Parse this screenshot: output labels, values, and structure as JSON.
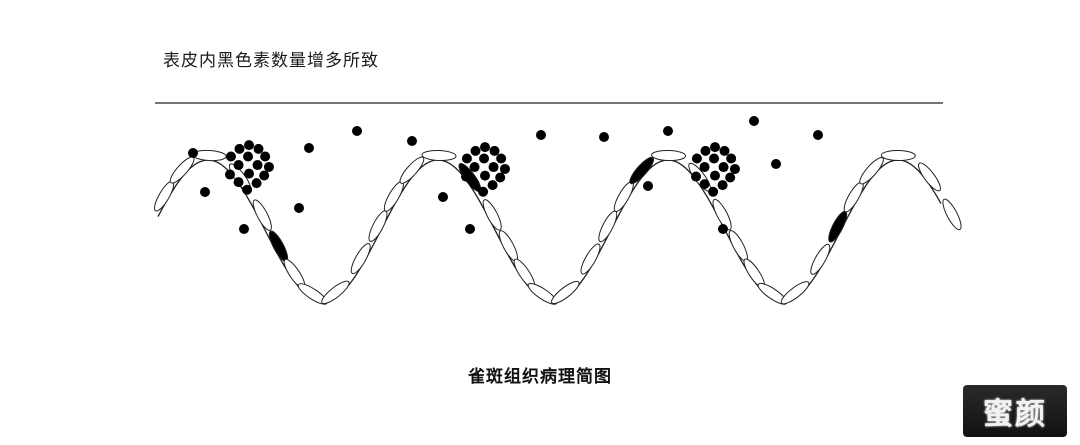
{
  "annotation": "表皮内黑色素数量增多所致",
  "caption": "雀斑组织病理简图",
  "watermark": "蜜颜",
  "colors": {
    "ink": "#000000",
    "line": "#222222",
    "background": "#ffffff"
  }
}
